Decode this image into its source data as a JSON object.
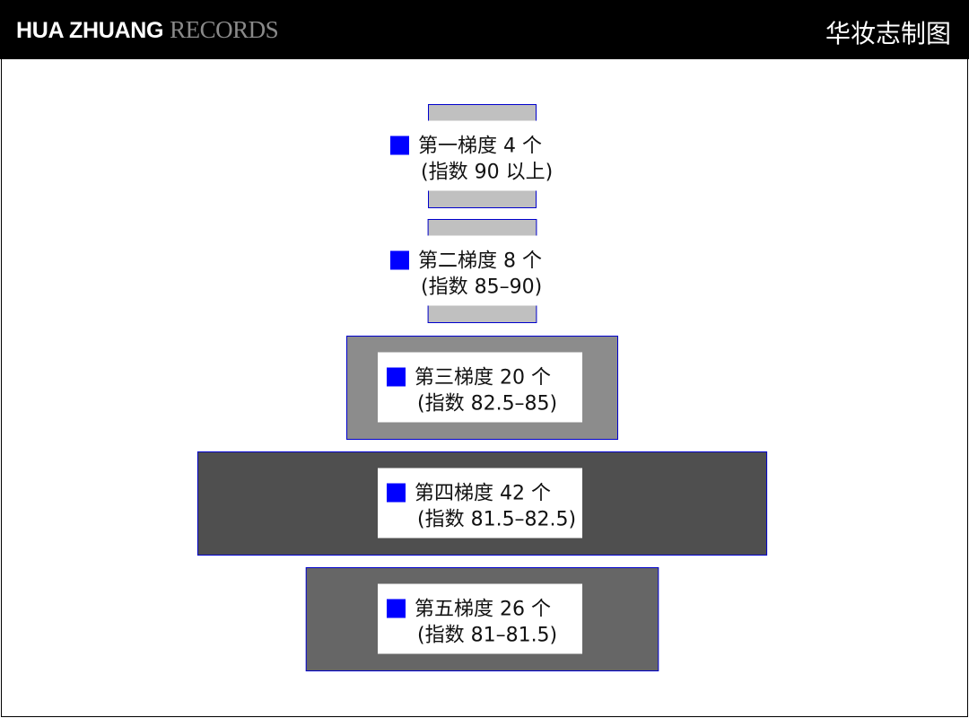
{
  "header": {
    "brand_bold": "HUA ZHUANG",
    "brand_light": "RECORDS",
    "title": "华妆志制图"
  },
  "colors": {
    "header_bg": "#000000",
    "header_text": "#ffffff",
    "brand_light_text": "#8a8a8a",
    "legend_marker": "#0000ff",
    "bar_border": "#0000cc"
  },
  "chart_data": {
    "type": "bar",
    "orientation": "horizontal-centered",
    "categories": [
      "第一梯度",
      "第二梯度",
      "第三梯度",
      "第四梯度",
      "第五梯度"
    ],
    "values": [
      4,
      8,
      20,
      42,
      26
    ],
    "unit": "个",
    "labels": [
      {
        "line1": "第一梯度 4 个",
        "line2": "(指数 90 以上)"
      },
      {
        "line1": "第二梯度 8 个",
        "line2": "(指数 85–90)"
      },
      {
        "line1": "第三梯度 20 个",
        "line2": "(指数 82.5–85)"
      },
      {
        "line1": "第四梯度 42 个",
        "line2": "(指数 81.5–82.5)"
      },
      {
        "line1": "第五梯度 26 个",
        "line2": "(指数 81–81.5)"
      }
    ],
    "bar_colors": [
      "#c0c0c0",
      "#c0c0c0",
      "#8c8c8c",
      "#4f4f4f",
      "#666666"
    ],
    "legend": false,
    "grid": false
  }
}
